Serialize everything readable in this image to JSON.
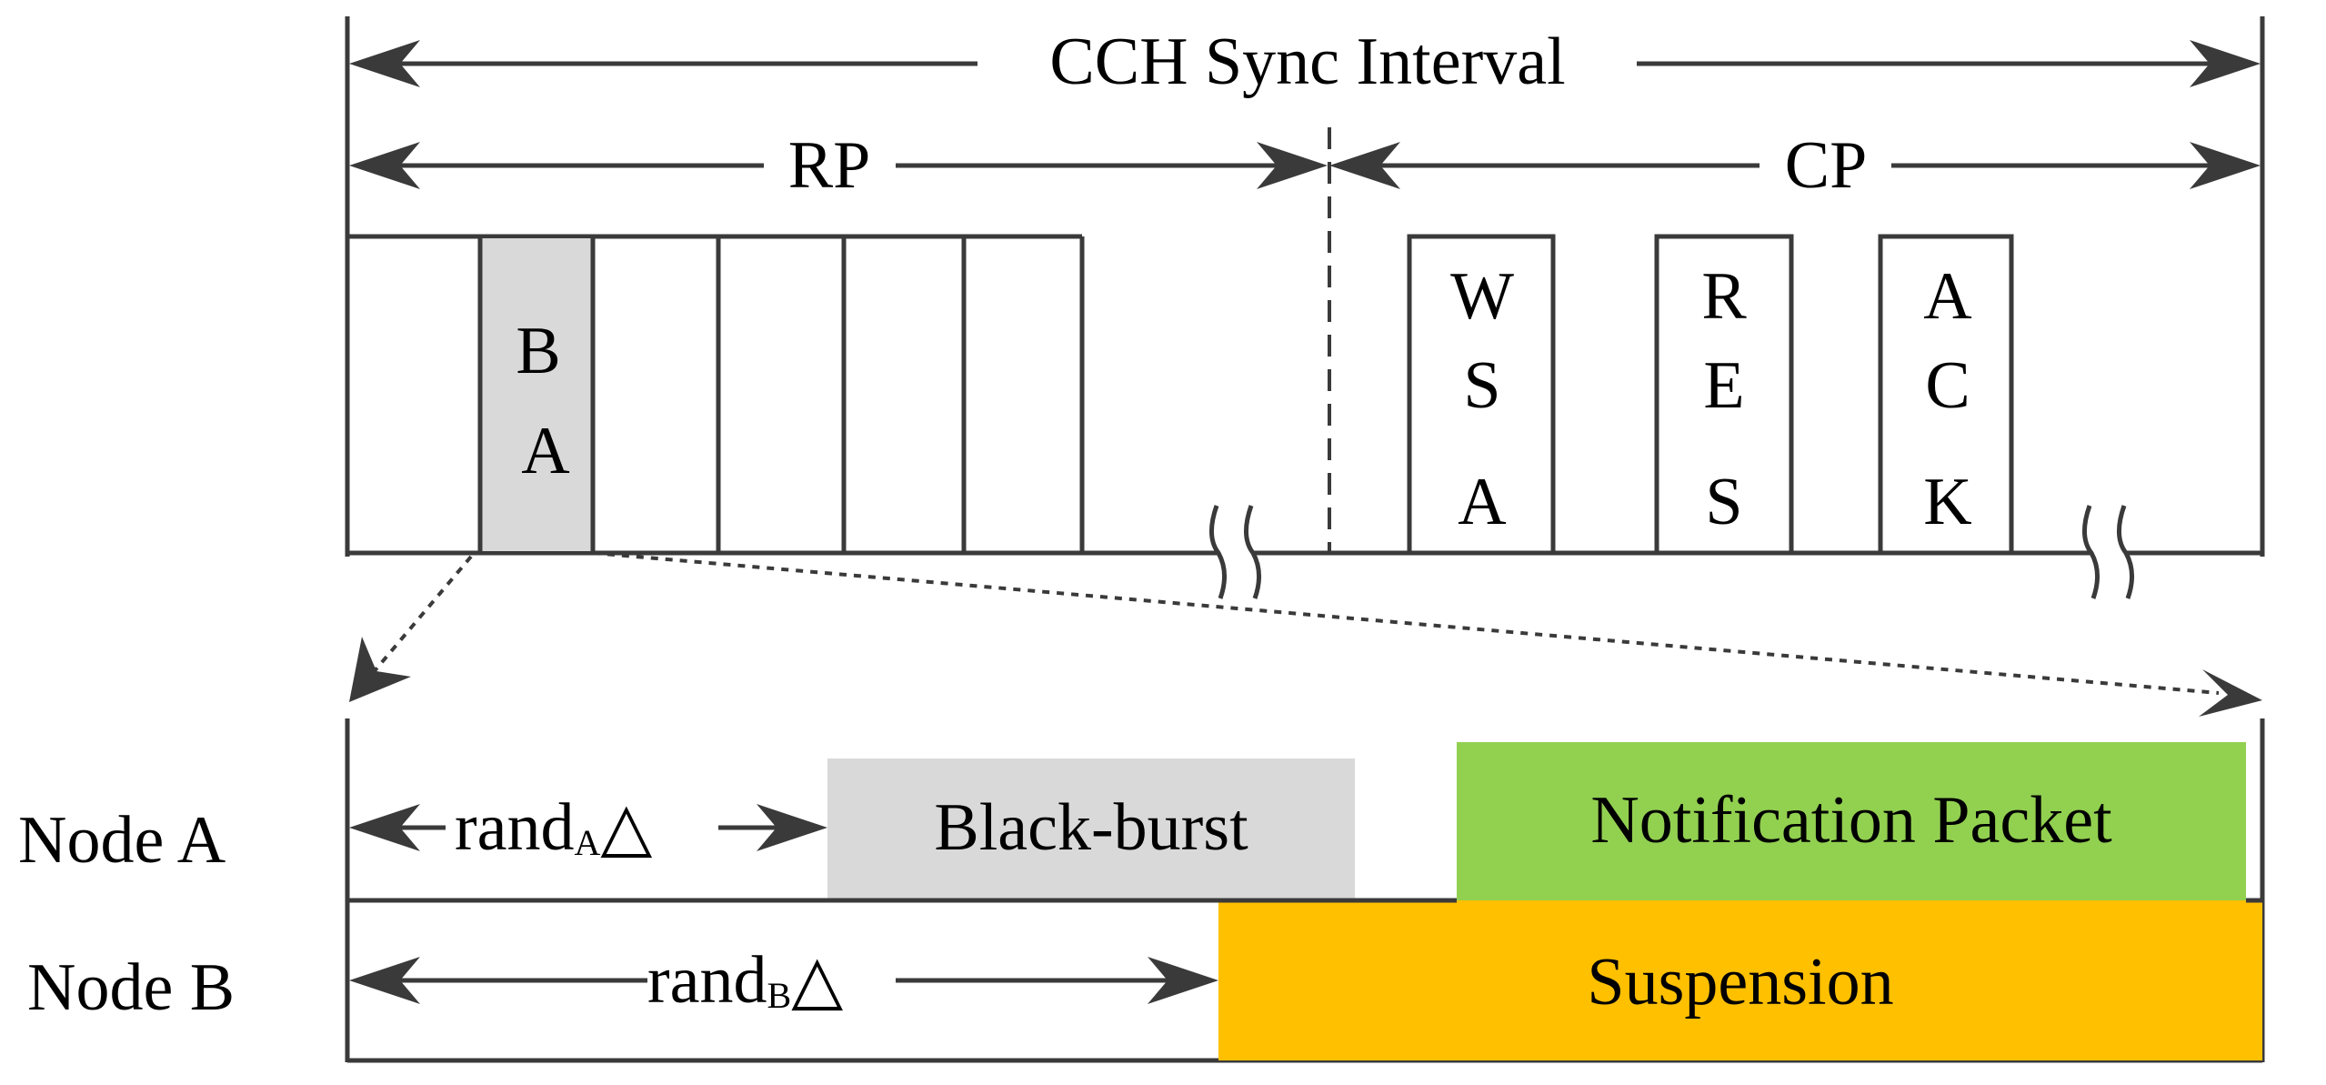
{
  "labels": {
    "sync_interval": "CCH Sync Interval",
    "rp": "RP",
    "cp": "CP",
    "ba_slot": [
      "B",
      "A"
    ],
    "cp_slots": [
      [
        "W",
        "S",
        "A"
      ],
      [
        "R",
        "E",
        "S"
      ],
      [
        "A",
        "C",
        "K"
      ]
    ]
  },
  "nodes": {
    "node_a": {
      "name": "Node A",
      "rand_base": "rand",
      "rand_sub": "A",
      "delta": "△",
      "blackburst": "Black-burst",
      "notification": "Notification Packet"
    },
    "node_b": {
      "name": "Node B",
      "rand_base": "rand",
      "rand_sub": "B",
      "delta": "△",
      "suspension": "Suspension"
    }
  },
  "colors": {
    "line": "#3a3a3a",
    "ba_fill": "#d9d9d9",
    "blackburst_fill": "#d9d9d9",
    "notification_fill": "#92d050",
    "suspension_fill": "#ffc000"
  }
}
